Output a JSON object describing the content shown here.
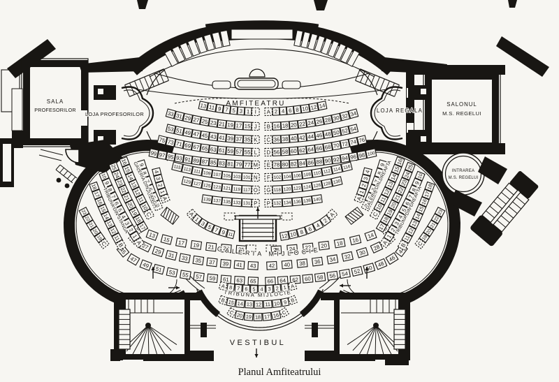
{
  "page": {
    "caption": "Planul Amfiteatrului",
    "ink": "#181613",
    "paper": "#f7f6f2"
  },
  "labels": {
    "amphitheatre": "AMFITEATRU",
    "hall_professors_line1": "SALA",
    "hall_professors_line2": "PROFESORILOR",
    "loge_professors": "LOJA PROFESORILOR",
    "loge_royal": "LOJA REGALA",
    "salon_royal_line1": "SALONUL",
    "salon_royal_line2": "M.S. REGELUI",
    "entrance_royal_line1": "INTRAREA",
    "entrance_royal_line2": "M.S. REGELUI",
    "vestibule": "VESTIBUL",
    "gallery_middle": "GALERIA MIJLOCIE",
    "tribune_middle": "TRIBUNA MIJLOCIE",
    "gallery_left_wing": "GALERIA DIN STANGA",
    "tribune_left_wing": "TRIBUNA DIN STANGA",
    "gallery_right_wing": "GALERIA DIN DREAPTA",
    "tribune_right_wing": "TRIBUNA DIN DREAPTA"
  },
  "main_rows": [
    {
      "left_letter": "I",
      "left": [
        "13",
        "11",
        "9",
        "7",
        "5",
        "3",
        "1"
      ],
      "right_letter": "A",
      "right": [
        "2",
        "4",
        "6",
        "8",
        "10",
        "12",
        "14"
      ]
    },
    {
      "left_letter": "J",
      "left": [
        "33",
        "31",
        "29",
        "27",
        "25",
        "23",
        "21",
        "19",
        "17",
        "15"
      ],
      "right_letter": "B",
      "right": [
        "16",
        "18",
        "20",
        "22",
        "24",
        "26",
        "28",
        "30",
        "32",
        "34"
      ]
    },
    {
      "left_letter": "K",
      "left": [
        "53",
        "51",
        "49",
        "47",
        "45",
        "43",
        "41",
        "39",
        "37",
        "35"
      ],
      "right_letter": "C",
      "right": [
        "36",
        "38",
        "40",
        "42",
        "44",
        "46",
        "48",
        "50",
        "52",
        "54"
      ]
    },
    {
      "left_letter": "L",
      "left": [
        "75",
        "73",
        "71",
        "69",
        "67",
        "65",
        "63",
        "61",
        "59",
        "57",
        "55"
      ],
      "right_letter": "D",
      "right": [
        "56",
        "58",
        "60",
        "62",
        "64",
        "66",
        "68",
        "70",
        "72",
        "74",
        "76"
      ]
    },
    {
      "left_letter": "M",
      "left": [
        "99",
        "97",
        "95",
        "93",
        "91",
        "89",
        "87",
        "85",
        "83",
        "81",
        "79",
        "77"
      ],
      "right_letter": "E",
      "right": [
        "78",
        "80",
        "82",
        "84",
        "86",
        "88",
        "90",
        "92",
        "94",
        "96",
        "98",
        "100"
      ]
    },
    {
      "left_letter": "N",
      "left": [
        "115",
        "113",
        "111",
        "109",
        "107",
        "105",
        "103",
        "101"
      ],
      "right_letter": "F",
      "right": [
        "102",
        "104",
        "106",
        "108",
        "110",
        "112",
        "114",
        "116"
      ]
    },
    {
      "left_letter": "O",
      "left": [
        "129",
        "127",
        "125",
        "123",
        "121",
        "119",
        "117"
      ],
      "right_letter": "G",
      "right": [
        "118",
        "120",
        "122",
        "124",
        "126",
        "128",
        "130"
      ]
    },
    {
      "left_letter": "P",
      "left": [
        "139",
        "137",
        "135",
        "133",
        "131"
      ],
      "right_letter": "P",
      "right": [
        "132",
        "134",
        "136",
        "138",
        "140"
      ]
    }
  ],
  "middle_gallery_rows": [
    {
      "left": [
        "A",
        "1",
        "3",
        "5",
        "7",
        "9",
        "11"
      ],
      "right": [
        "12",
        "10",
        "8",
        "6",
        "4",
        "2",
        "A"
      ]
    },
    {
      "left": [
        "B",
        "13",
        "15",
        "17",
        "19",
        "21",
        "23",
        "25"
      ],
      "right": [
        "26",
        "24",
        "22",
        "20",
        "18",
        "16",
        "14",
        "B"
      ]
    },
    {
      "left": [
        "C",
        "27",
        "29",
        "31",
        "33",
        "35",
        "37",
        "39",
        "41",
        "43"
      ],
      "right": [
        "42",
        "40",
        "38",
        "36",
        "34",
        "32",
        "30",
        "28",
        "C"
      ]
    },
    {
      "left": [
        "45",
        "47",
        "49",
        "51",
        "53",
        "55",
        "57",
        "59",
        "61",
        "63",
        "65"
      ],
      "right": [
        "66",
        "64",
        "62",
        "60",
        "58",
        "56",
        "54",
        "52",
        "50",
        "48",
        "46",
        "44"
      ]
    }
  ],
  "middle_tribune_rows": [
    [
      "A",
      "8",
      "7",
      "6",
      "5",
      "4",
      "3",
      "2",
      "1",
      "A"
    ],
    [
      "B",
      "15",
      "14",
      "13",
      "12",
      "11",
      "10",
      "9",
      "B"
    ],
    [
      "C",
      "20",
      "19",
      "18",
      "17",
      "16",
      "C"
    ]
  ],
  "wing_gallery_rows": [
    {
      "outer_to_inner": [
        "4",
        "3",
        "2",
        "1",
        "A"
      ]
    },
    {
      "outer_to_inner": [
        "9",
        "8",
        "7",
        "6",
        "5",
        "B"
      ]
    },
    {
      "outer_to_inner": [
        "16",
        "15",
        "14",
        "13",
        "12",
        "11",
        "10",
        "C"
      ]
    },
    {
      "outer_to_inner": [
        "25",
        "24",
        "23",
        "22",
        "21",
        "20",
        "19",
        "18",
        "17"
      ]
    }
  ],
  "wing_tribune_rows": [
    {
      "outer_to_inner": [
        "10",
        "9",
        "8",
        "7",
        "6",
        "5",
        "4",
        "3",
        "2",
        "1",
        "A"
      ]
    },
    {
      "outer_to_inner": [
        "18",
        "17",
        "16",
        "15",
        "14",
        "13",
        "12",
        "11",
        "B"
      ]
    },
    {
      "outer_to_inner": [
        "23",
        "22",
        "21",
        "20",
        "19",
        "C"
      ]
    }
  ]
}
